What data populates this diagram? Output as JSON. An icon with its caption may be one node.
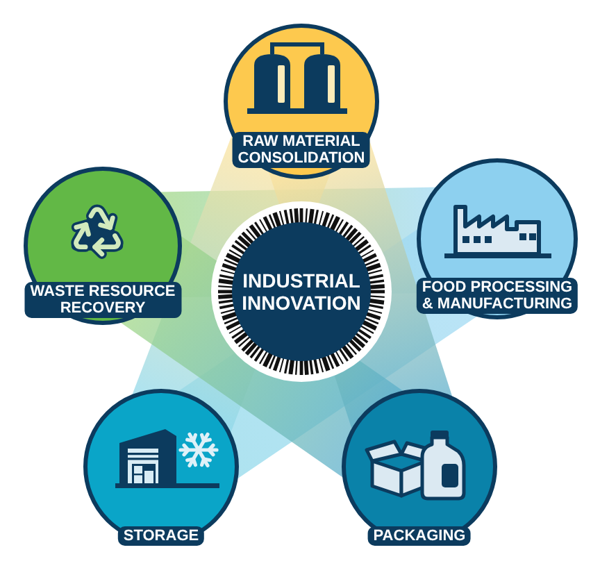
{
  "diagram": {
    "nodes": [
      {
        "text": [
          "RAW MATERIAL CONSOLIDATION"
        ]
      },
      {
        "text": [
          "WASTE RESOURCE RECOVERY"
        ]
      },
      {
        "text": [
          "FOOD PROCESSING & MANUFACTURING"
        ]
      },
      {
        "text": [
          "INDUSTRIAL INNOVATION"
        ]
      },
      {
        "text": [
          "STORAGE"
        ]
      },
      {
        "text": [
          "PACKAGING"
        ]
      }
    ]
  }
}
